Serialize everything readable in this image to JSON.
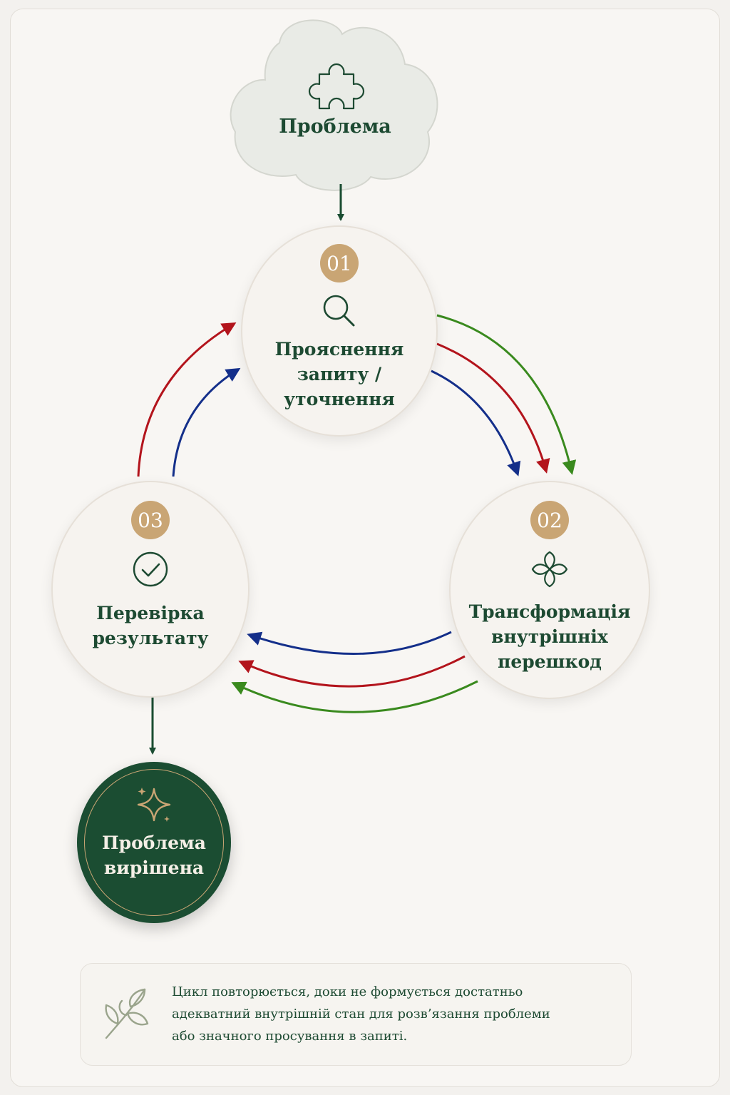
{
  "problem": {
    "label": "Проблема",
    "icon": "puzzle-icon"
  },
  "steps": [
    {
      "number": "01",
      "label_lines": [
        "Прояснення",
        "запиту /",
        "уточнення"
      ],
      "icon": "search-icon"
    },
    {
      "number": "02",
      "label_lines": [
        "Трансформація",
        "внутрішніх",
        "перешкод"
      ],
      "icon": "lotus-icon"
    },
    {
      "number": "03",
      "label_lines": [
        "Перевірка",
        "результату"
      ],
      "icon": "check-circle-icon"
    }
  ],
  "solved": {
    "label_lines": [
      "Проблема",
      "вирішена"
    ],
    "icon": "sparkle-icon"
  },
  "note": {
    "icon": "leaf-icon",
    "lines": [
      "Цикл повторюється, доки не формується достатньо",
      "адекватний внутрішній стан для розв’язання проблеми",
      "або значного просування в запиті."
    ]
  },
  "colors": {
    "accent_green": "#1b4d32",
    "gold": "#c9a574",
    "arrow_red": "#b3141c",
    "arrow_blue": "#142f8a",
    "arrow_green": "#3a8a1e"
  }
}
